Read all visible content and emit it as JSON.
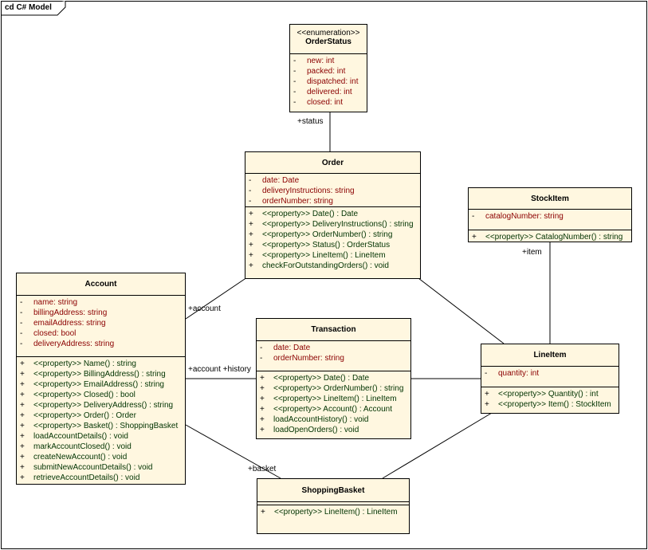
{
  "diagram": {
    "frame_label": "cd C# Model",
    "classes": {
      "order_status": {
        "stereotype": "<<enumeration>>",
        "name": "OrderStatus",
        "attributes": [
          {
            "vis": "-",
            "text": "new:  int"
          },
          {
            "vis": "-",
            "text": "packed:  int"
          },
          {
            "vis": "-",
            "text": "dispatched:  int"
          },
          {
            "vis": "-",
            "text": "delivered:  int"
          },
          {
            "vis": "-",
            "text": "closed:  int"
          }
        ]
      },
      "order": {
        "name": "Order",
        "attributes": [
          {
            "vis": "-",
            "text": "date:  Date"
          },
          {
            "vis": "-",
            "text": "deliveryInstructions:  string"
          },
          {
            "vis": "-",
            "text": "orderNumber:  string"
          }
        ],
        "operations": [
          {
            "vis": "+",
            "text": "<<property>> Date() : Date"
          },
          {
            "vis": "+",
            "text": "<<property>> DeliveryInstructions() : string"
          },
          {
            "vis": "+",
            "text": "<<property>> OrderNumber() : string"
          },
          {
            "vis": "+",
            "text": "<<property>> Status() : OrderStatus"
          },
          {
            "vis": "+",
            "text": "<<property>> LineItem() : LineItem"
          },
          {
            "vis": "+",
            "text": "checkForOutstandingOrders() : void"
          }
        ]
      },
      "stock_item": {
        "name": "StockItem",
        "attributes": [
          {
            "vis": "-",
            "text": "catalogNumber:  string"
          }
        ],
        "operations": [
          {
            "vis": "+",
            "text": "<<property>> CatalogNumber() : string"
          }
        ]
      },
      "account": {
        "name": "Account",
        "attributes": [
          {
            "vis": "-",
            "text": "name:  string"
          },
          {
            "vis": "-",
            "text": "billingAddress:  string"
          },
          {
            "vis": "-",
            "text": "emailAddress:  string"
          },
          {
            "vis": "-",
            "text": "closed:  bool"
          },
          {
            "vis": "-",
            "text": "deliveryAddress:  string"
          }
        ],
        "operations": [
          {
            "vis": "+",
            "text": "<<property>> Name() : string"
          },
          {
            "vis": "+",
            "text": "<<property>> BillingAddress() : string"
          },
          {
            "vis": "+",
            "text": "<<property>> EmailAddress() : string"
          },
          {
            "vis": "+",
            "text": "<<property>> Closed() : bool"
          },
          {
            "vis": "+",
            "text": "<<property>> DeliveryAddress() : string"
          },
          {
            "vis": "+",
            "text": "<<property>> Order() : Order"
          },
          {
            "vis": "+",
            "text": "<<property>> Basket() : ShoppingBasket"
          },
          {
            "vis": "+",
            "text": "loadAccountDetails() : void"
          },
          {
            "vis": "+",
            "text": "markAccountClosed() : void"
          },
          {
            "vis": "+",
            "text": "createNewAccount() : void"
          },
          {
            "vis": "+",
            "text": "submitNewAccountDetails() : void"
          },
          {
            "vis": "+",
            "text": "retrieveAccountDetails() : void"
          }
        ]
      },
      "transaction": {
        "name": "Transaction",
        "attributes": [
          {
            "vis": "-",
            "text": "date:  Date"
          },
          {
            "vis": "-",
            "text": "orderNumber:  string"
          }
        ],
        "operations": [
          {
            "vis": "+",
            "text": "<<property>> Date() : Date"
          },
          {
            "vis": "+",
            "text": "<<property>> OrderNumber() : string"
          },
          {
            "vis": "+",
            "text": "<<property>> LineItem() : LineItem"
          },
          {
            "vis": "+",
            "text": "<<property>> Account() : Account"
          },
          {
            "vis": "+",
            "text": "loadAccountHistory() : void"
          },
          {
            "vis": "+",
            "text": "loadOpenOrders() : void"
          }
        ]
      },
      "line_item": {
        "name": "LineItem",
        "attributes": [
          {
            "vis": "-",
            "text": "quantity:  int"
          }
        ],
        "operations": [
          {
            "vis": "+",
            "text": "<<property>> Quantity() : int"
          },
          {
            "vis": "+",
            "text": "<<property>> Item() : StockItem"
          }
        ]
      },
      "shopping_basket": {
        "name": "ShoppingBasket",
        "operations": [
          {
            "vis": "+",
            "text": "<<property>> LineItem() : LineItem"
          }
        ]
      }
    },
    "association_labels": {
      "status": "+status",
      "item": "+item",
      "account": "+account",
      "account_history": "+account +history",
      "basket": "+basket"
    }
  }
}
